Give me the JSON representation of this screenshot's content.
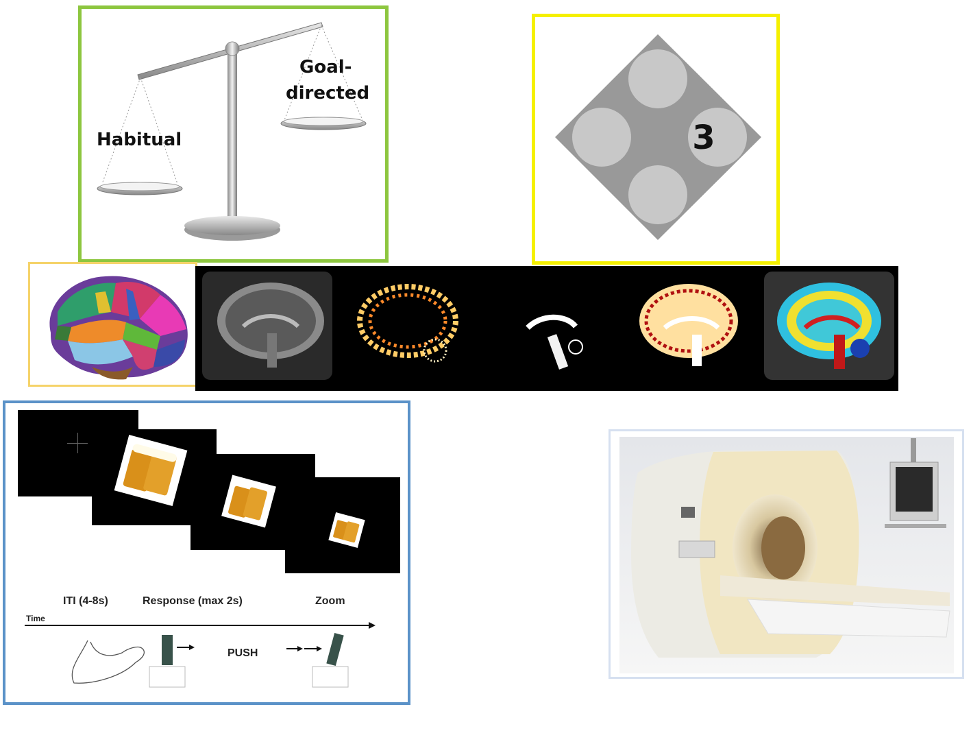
{
  "balance": {
    "left_label": "Habitual",
    "right_label_line1": "Goal-",
    "right_label_line2": "directed"
  },
  "diamond": {
    "number": "3"
  },
  "task": {
    "stage1": "ITI (4-8s)",
    "stage2": "Response (max 2s)",
    "stage3": "Zoom",
    "time_label": "Time",
    "action_label": "PUSH"
  },
  "colors": {
    "scale_border": "#8dc63f",
    "diamond_border": "#f5f000",
    "atlas_border": "#f5d36a",
    "task_border": "#5b92c8",
    "scanner_border": "#d6e0f0"
  },
  "icons": [
    "balance-scale-icon",
    "diamond-stimulus-icon",
    "brain-atlas-icon",
    "mri-slices-icon",
    "beer-mugs-icon",
    "arm-icon",
    "joystick-icon",
    "mri-scanner-icon"
  ]
}
